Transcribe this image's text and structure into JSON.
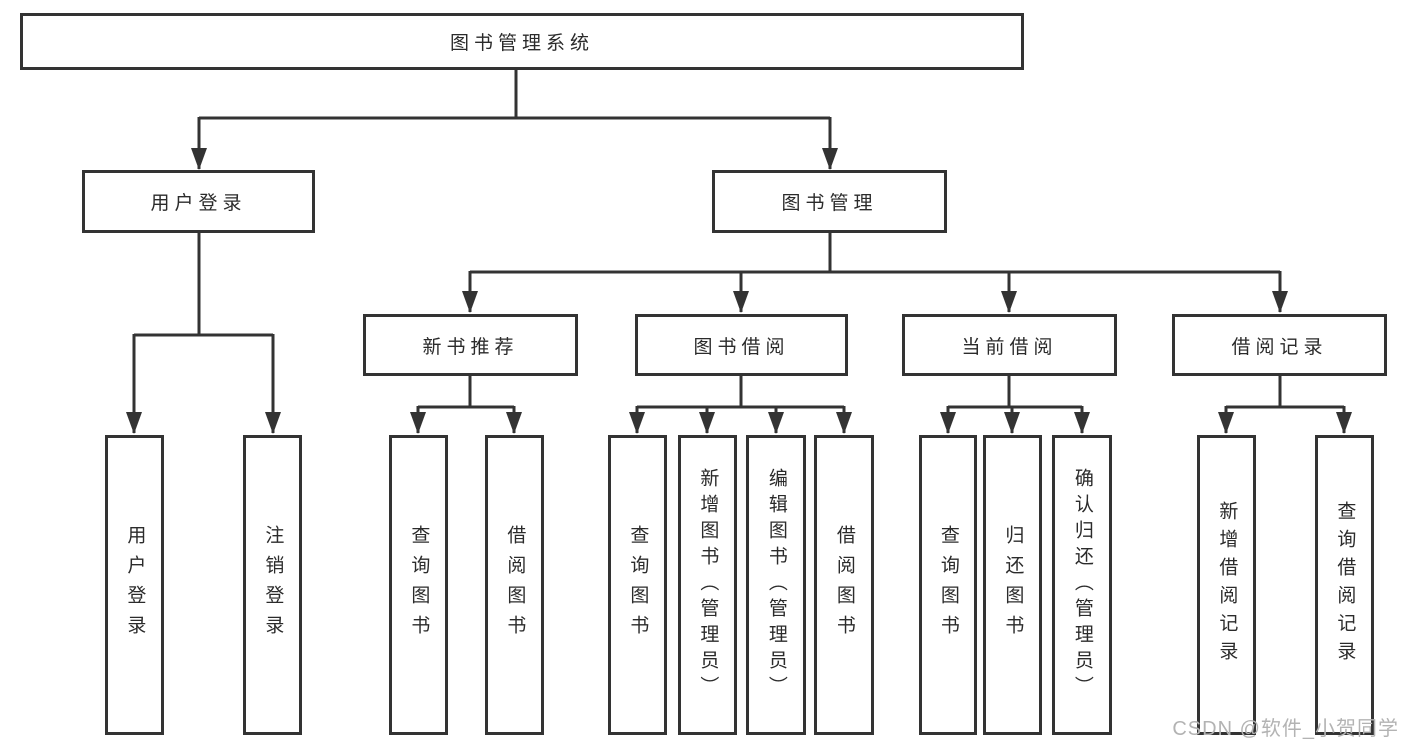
{
  "diagram": {
    "title": "图书管理系统",
    "nodes": {
      "root": "图书管理系统",
      "user_login": "用户登录",
      "book_mgmt": "图书管理",
      "new_book_rec": "新书推荐",
      "book_borrow": "图书借阅",
      "current_borrow": "当前借阅",
      "borrow_record": "借阅记录",
      "leaf_user_login": "用户登录",
      "leaf_logout": "注销登录",
      "leaf_query_book_rec": "查询图书",
      "leaf_borrow_book_rec": "借阅图书",
      "leaf_query_book_borrow": "查询图书",
      "leaf_add_book": "新增图书（管理员）",
      "leaf_edit_book": "编辑图书（管理员）",
      "leaf_borrow_book_borrow": "借阅图书",
      "leaf_query_book_current": "查询图书",
      "leaf_return_book": "归还图书",
      "leaf_confirm_return": "确认归还（管理员）",
      "leaf_add_record": "新增借阅记录",
      "leaf_query_record": "查询借阅记录"
    },
    "colors": {
      "line": "#333333",
      "text": "#2b2b2b",
      "background": "#ffffff",
      "watermark": "#b3b3b3"
    }
  },
  "watermark": "CSDN @软件_小贺同学"
}
